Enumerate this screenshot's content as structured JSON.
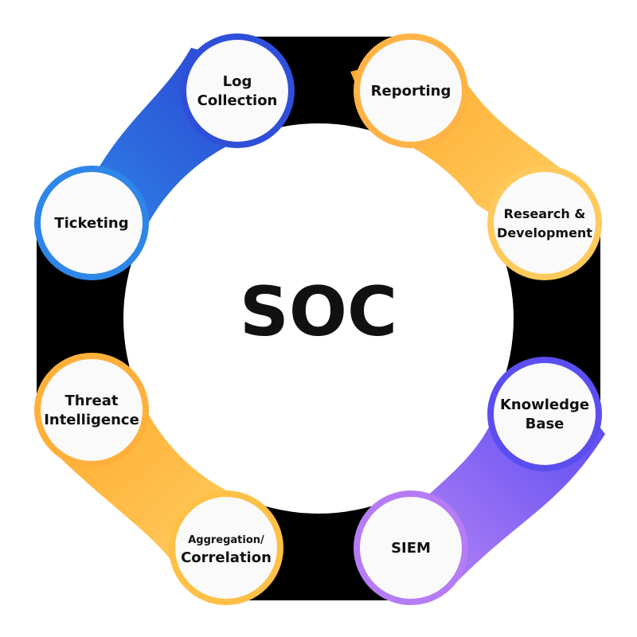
{
  "center": {
    "label": "SOC"
  },
  "nodes": [
    {
      "id": "log-collection",
      "lines": [
        "Log",
        "Collection"
      ],
      "color": "#2f4fd8"
    },
    {
      "id": "reporting",
      "lines": [
        "Reporting"
      ],
      "color": "#ffb347"
    },
    {
      "id": "research-development",
      "lines": [
        "Research &",
        "Development"
      ],
      "color": "#ffc95c"
    },
    {
      "id": "knowledge-base",
      "lines": [
        "Knowledge",
        "Base"
      ],
      "color": "#5b4ef0"
    },
    {
      "id": "siem",
      "lines": [
        "SIEM"
      ],
      "color": "#b57cf5"
    },
    {
      "id": "aggregation-correlation",
      "lines": [
        "Aggregation/",
        "Correlation"
      ],
      "color": "#ffc048"
    },
    {
      "id": "threat-intelligence",
      "lines": [
        "Threat",
        "Intelligence"
      ],
      "color": "#ffb03b"
    },
    {
      "id": "ticketing",
      "lines": [
        "Ticketing"
      ],
      "color": "#2e86e8"
    }
  ],
  "colors": {
    "connector_dark": "#000000",
    "ring_blue_start": "#2e86e8",
    "ring_blue_end": "#2b3fd0",
    "ring_orange_start": "#ffa726",
    "ring_orange_end": "#ffd36b",
    "ring_purple_start": "#c58cf7",
    "ring_purple_end": "#4f46f0",
    "node_fill": "#fafafa"
  }
}
